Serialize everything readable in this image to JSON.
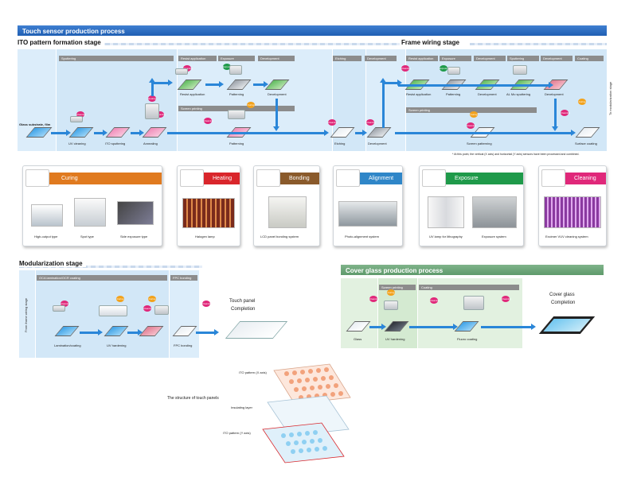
{
  "header": {
    "title": "Touch sensor production process"
  },
  "ito_stage": {
    "title": "ITO pattern formation stage",
    "tags": {
      "sputtering": "Sputtering",
      "resist": "Resist application",
      "exposure": "Exposure",
      "development": "Development",
      "screen_printing": "Screen printing",
      "etching": "Etching",
      "development2": "Development"
    },
    "captions": {
      "glass": "Glass substrate, film",
      "uv_cleaning": "UV cleaning",
      "ito_sputtering": "ITO sputtering",
      "annealing": "Annealing",
      "resist_app": "Resist application",
      "patterning_top": "Patterning",
      "development": "Development",
      "patterning_bottom": "Patterning",
      "etching": "Etching",
      "development2": "Development"
    }
  },
  "frame_stage": {
    "title": "Frame wiring stage",
    "tags": {
      "resist": "Resist application",
      "exposure": "Exposure",
      "development": "Development",
      "sputtering": "Sputtering",
      "development2": "Development",
      "coating": "Coating",
      "screen_printing": "Screen printing"
    },
    "captions": {
      "resist_app": "Resist application",
      "patterning": "Patterning",
      "development": "Development",
      "al_mo": "AL Mo sputtering",
      "development2": "Development",
      "screen_patterning": "Screen patterning",
      "surface_coating": "Surface coating"
    },
    "side_label": "To modularization stage",
    "footnote": "* At this point, the vertical (X axis) and horizontal (Y axis) sensors have been processed and combined."
  },
  "badges": {
    "cleaning": "Cleaning",
    "curing": "Curing",
    "heating": "Heating",
    "exposure": "Exposure"
  },
  "equipment": {
    "curing": {
      "title": "Curing",
      "color": "#e07a1f",
      "captions": [
        "High-output type",
        "Spot type",
        "Side exposure type"
      ]
    },
    "heating": {
      "title": "Heating",
      "color": "#d9262b",
      "captions": [
        "Halogen lamp"
      ]
    },
    "bonding": {
      "title": "Bonding",
      "color": "#8a5a2b",
      "captions": [
        "LCD panel bonding system"
      ]
    },
    "alignment": {
      "title": "Alignment",
      "color": "#2f86c8",
      "captions": [
        "Photo-alignment system"
      ]
    },
    "exposure": {
      "title": "Exposure",
      "color": "#1f9a4a",
      "captions": [
        "UV lamp for lithography",
        "Exposure system"
      ]
    },
    "cleaning": {
      "title": "Cleaning",
      "color": "#e0287a",
      "captions": [
        "Excimer VUV cleaning system"
      ]
    }
  },
  "module_stage": {
    "title": "Modularization stage",
    "side_label": "From frame wiring stage",
    "tags": {
      "oca": "OCA lamination/OCR coating",
      "fpc": "FPC bonding"
    },
    "captions": {
      "lamination": "Lamination/coating",
      "uv_hardening": "UV hardening",
      "fpc_bonding": "FPC bonding"
    },
    "completion_line1": "Touch panel",
    "completion_line2": "Completion"
  },
  "cover_stage": {
    "title": "Cover glass production process",
    "tags": {
      "screen_printing": "Screen printing",
      "coating": "Coating"
    },
    "captions": {
      "glass": "Glass",
      "uv_hardening": "UV hardening",
      "fluoro": "Fluoro coating"
    },
    "completion_line1": "Cover glass",
    "completion_line2": "Completion"
  },
  "structure": {
    "title": "The structure of touch panels",
    "ito_x": "ITO pattern (X axis)",
    "insulating": "Insulating layer",
    "ito_y": "ITO pattern (Y axis)"
  }
}
